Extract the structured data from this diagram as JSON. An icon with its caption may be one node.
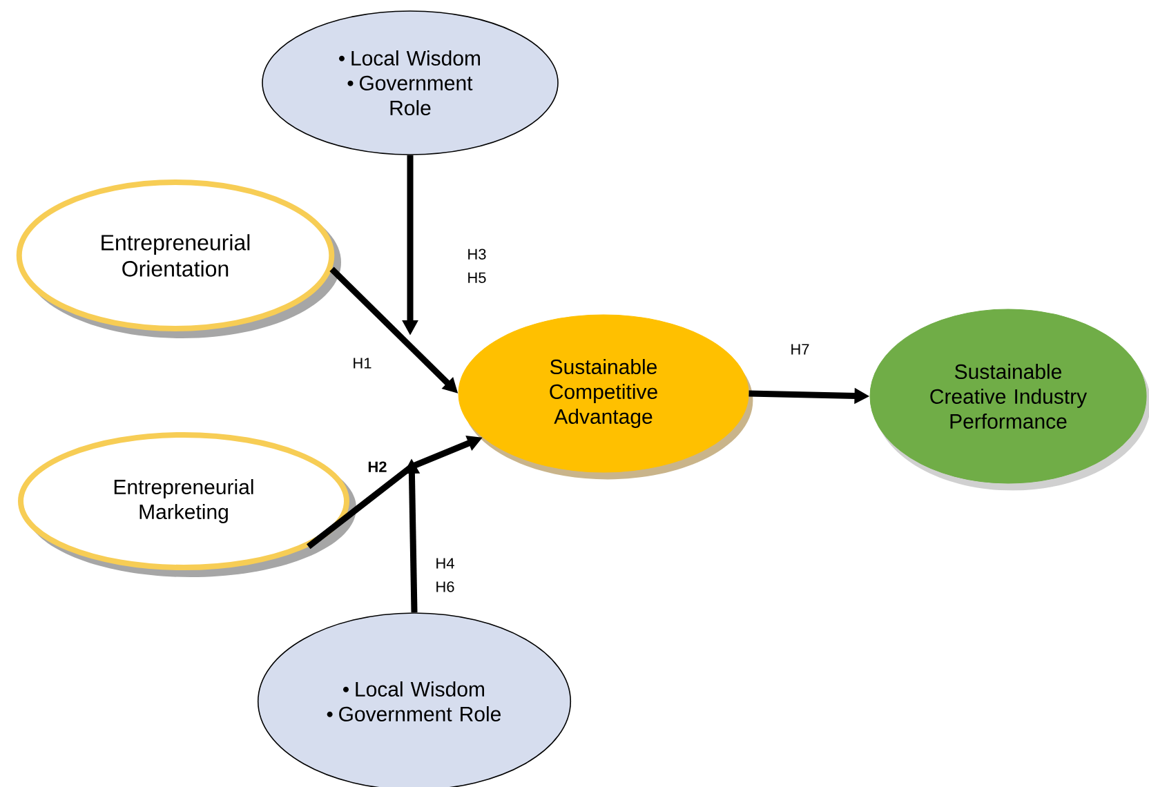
{
  "diagram": {
    "nodes": [
      {
        "text": [
          "Local Wisdom",
          "Government Role"
        ]
      },
      {
        "text": [
          "Entrepreneurial Orientation"
        ]
      },
      {
        "text": [
          "Sustainable Competitive Advantage"
        ]
      },
      {
        "text": [
          "Sustainable Creative Industry Performance"
        ]
      },
      {
        "text": [
          "Entrepreneurial Marketing"
        ]
      },
      {
        "text": [
          "Local Wisdom",
          "Government Role"
        ]
      }
    ],
    "edges": [
      {
        "from": 1,
        "to": 2,
        "arrow": "to",
        "label": "H1"
      },
      {
        "from": 4,
        "to": 2,
        "arrow": "to",
        "label": "H2"
      },
      {
        "from": 0,
        "to": null,
        "arrow": "to",
        "label": "H3 H5"
      },
      {
        "from": 5,
        "to": null,
        "arrow": "to",
        "label": "H4 H6"
      },
      {
        "from": 2,
        "to": 3,
        "arrow": "to",
        "label": "H7"
      }
    ]
  }
}
